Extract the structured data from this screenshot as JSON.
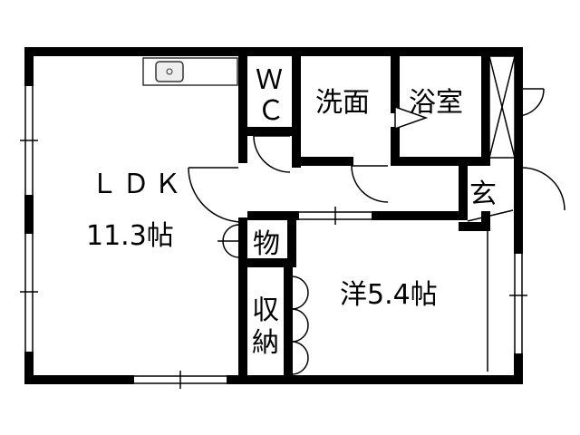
{
  "floor_plan": {
    "rooms": {
      "ldk": {
        "name": "ＬＤＫ",
        "size": "11.3帖"
      },
      "wc": {
        "line1": "Ｗ",
        "line2": "Ｃ"
      },
      "washroom": {
        "name": "洗面"
      },
      "bathroom": {
        "name": "浴室"
      },
      "entrance": {
        "name": "玄"
      },
      "storage": {
        "name": "物"
      },
      "closet": {
        "line1": "収",
        "line2": "納"
      },
      "western_room": {
        "name": "洋5.4帖"
      }
    },
    "colors": {
      "wall": "#000000",
      "background": "#ffffff",
      "fixture_stroke": "#333333",
      "sink_fill": "#eeeeee"
    }
  }
}
